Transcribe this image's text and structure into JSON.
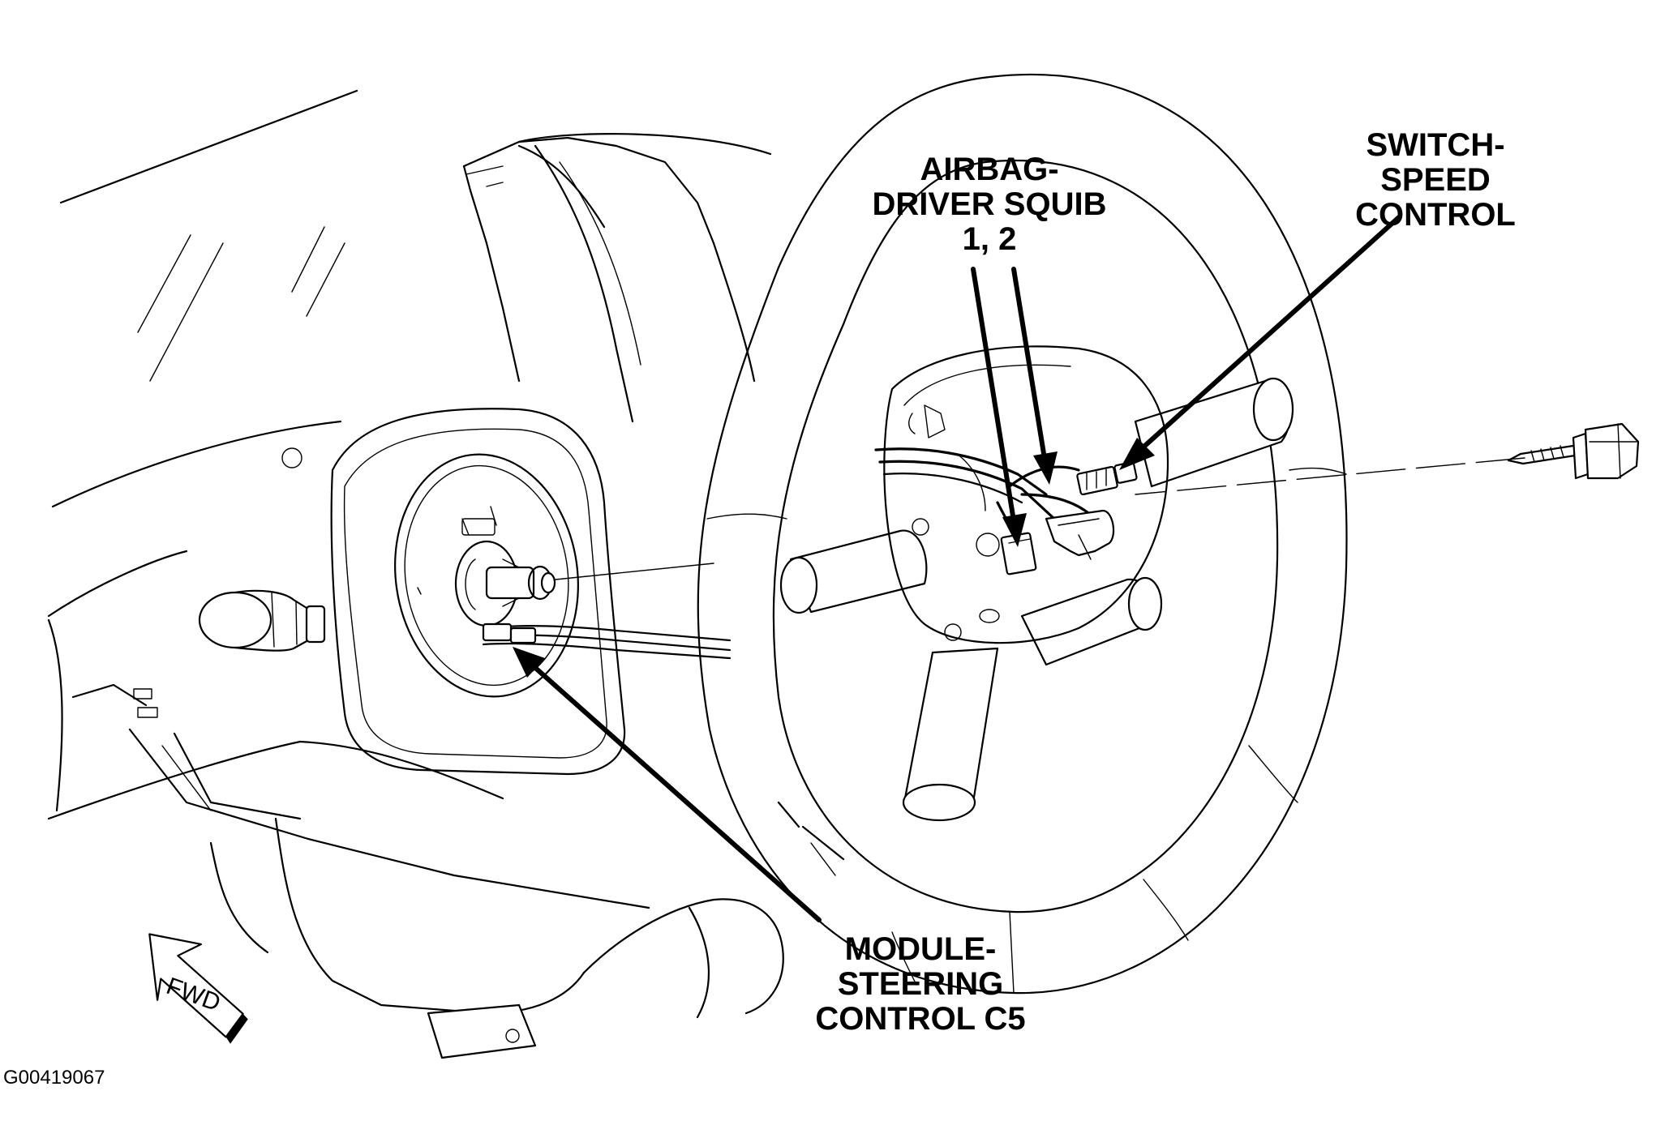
{
  "figure": {
    "figure_id": "G00419067",
    "direction_label": "FWD"
  },
  "callouts": {
    "switch_speed_control": "SWITCH-\nSPEED\nCONTROL",
    "airbag_driver_squib": "AIRBAG-\nDRIVER SQUIB\n1, 2",
    "module_steering_control": "MODULE-\nSTEERING\nCONTROL C5"
  },
  "colors": {
    "ink": "#000000",
    "paper": "#ffffff"
  }
}
